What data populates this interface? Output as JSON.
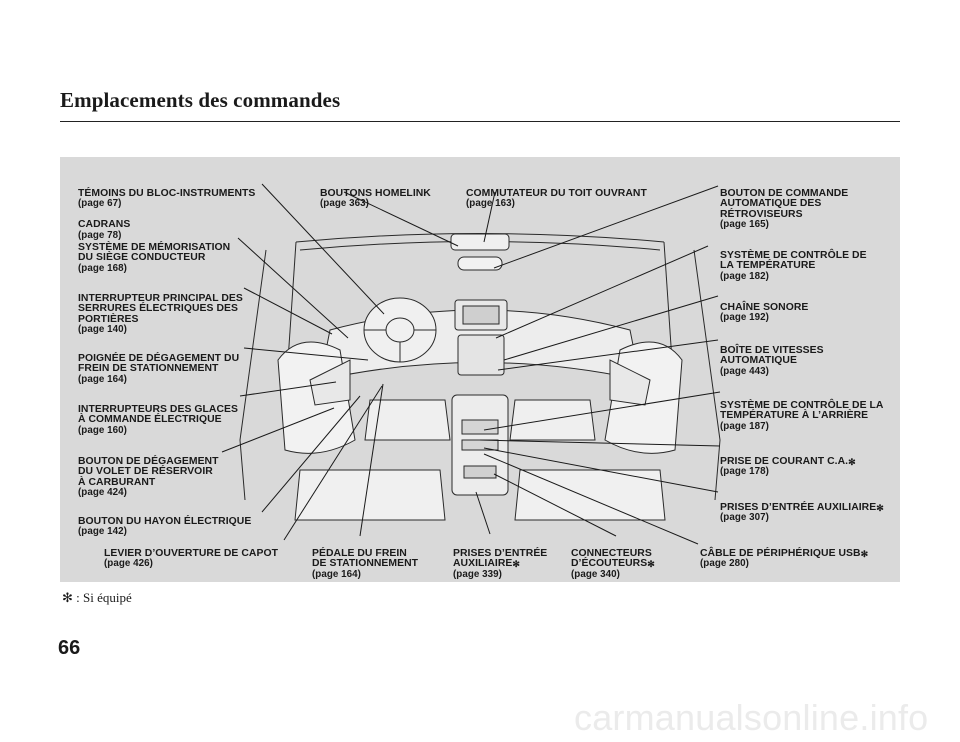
{
  "page": {
    "title": "Emplacements des commandes",
    "footnote_symbol": "✻",
    "footnote_text": ": Si équipé",
    "page_number": "66",
    "watermark": "carmanualsonline.info"
  },
  "callouts": [
    {
      "id": "temoins",
      "text": "TÉMOINS DU BLOC-INSTRUMENTS",
      "page": "(page 67)"
    },
    {
      "id": "cadrans",
      "text": "CADRANS",
      "page": "(page 78)"
    },
    {
      "id": "memorisation",
      "text": "SYSTÈME DE MÉMORISATION\nDU SIÈGE CONDUCTEUR",
      "page": "(page 168)"
    },
    {
      "id": "interrupteur",
      "text": "INTERRUPTEUR PRINCIPAL DES\nSERRURES ÉLECTRIQUES DES\nPORTIÈRES",
      "page": "(page 140)"
    },
    {
      "id": "poignee",
      "text": "POIGNÉE DE DÉGAGEMENT DU\nFREIN DE STATIONNEMENT",
      "page": "(page 164)"
    },
    {
      "id": "glaces",
      "text": "INTERRUPTEURS DES GLACES\nÀ COMMANDE ÉLECTRIQUE",
      "page": "(page 160)"
    },
    {
      "id": "reservoir",
      "text": "BOUTON DE DÉGAGEMENT\nDU VOLET DE RÉSERVOIR\nÀ CARBURANT",
      "page": "(page 424)"
    },
    {
      "id": "hayon",
      "text": "BOUTON DU HAYON ÉLECTRIQUE",
      "page": "(page 142)"
    },
    {
      "id": "capot",
      "text": "LEVIER D’OUVERTURE DE CAPOT",
      "page": "(page 426)"
    },
    {
      "id": "homelink",
      "text": "BOUTONS HOMELINK",
      "page": "(page 363)"
    },
    {
      "id": "pedale",
      "text": "PÉDALE DU FREIN\nDE STATIONNEMENT",
      "page": "(page 164)"
    },
    {
      "id": "toit",
      "text": "COMMUTATEUR DU TOIT OUVRANT",
      "page": "(page 163)"
    },
    {
      "id": "prises339",
      "text": "PRISES D’ENTRÉE\nAUXILIAIRE",
      "star": "✻",
      "page": "(page 339)"
    },
    {
      "id": "ecouteurs",
      "text": "CONNECTEURS\nD’ÉCOUTEURS",
      "star": "✻",
      "page": "(page 340)"
    },
    {
      "id": "retroviseurs",
      "text": "BOUTON DE COMMANDE\nAUTOMATIQUE DES\nRÉTROVISEURS",
      "page": "(page 165)"
    },
    {
      "id": "temperature",
      "text": "SYSTÈME DE CONTRÔLE DE\nLA TEMPÉRATURE",
      "page": "(page 182)"
    },
    {
      "id": "chaine",
      "text": "CHAÎNE SONORE",
      "page": "(page 192)"
    },
    {
      "id": "boite",
      "text": "BOÎTE DE VITESSES\nAUTOMATIQUE",
      "page": "(page 443)"
    },
    {
      "id": "temparriere",
      "text": "SYSTÈME DE CONTRÔLE DE LA\nTEMPÉRATURE À L’ARRIÈRE",
      "page": "(page 187)"
    },
    {
      "id": "courant",
      "text": "PRISE DE COURANT C.A.",
      "star": "✻",
      "page": "(page 178)"
    },
    {
      "id": "prises307",
      "text": "PRISES D’ENTRÉE AUXILIAIRE",
      "star": "✻",
      "page": "(page 307)"
    },
    {
      "id": "usb",
      "text": "CÂBLE DE PÉRIPHÉRIQUE USB",
      "star": "✻",
      "page": "(page 280)"
    }
  ],
  "colors": {
    "panel": "#d9d9d9",
    "ink": "#1a1a1a",
    "interior": "#f2f2f2"
  }
}
